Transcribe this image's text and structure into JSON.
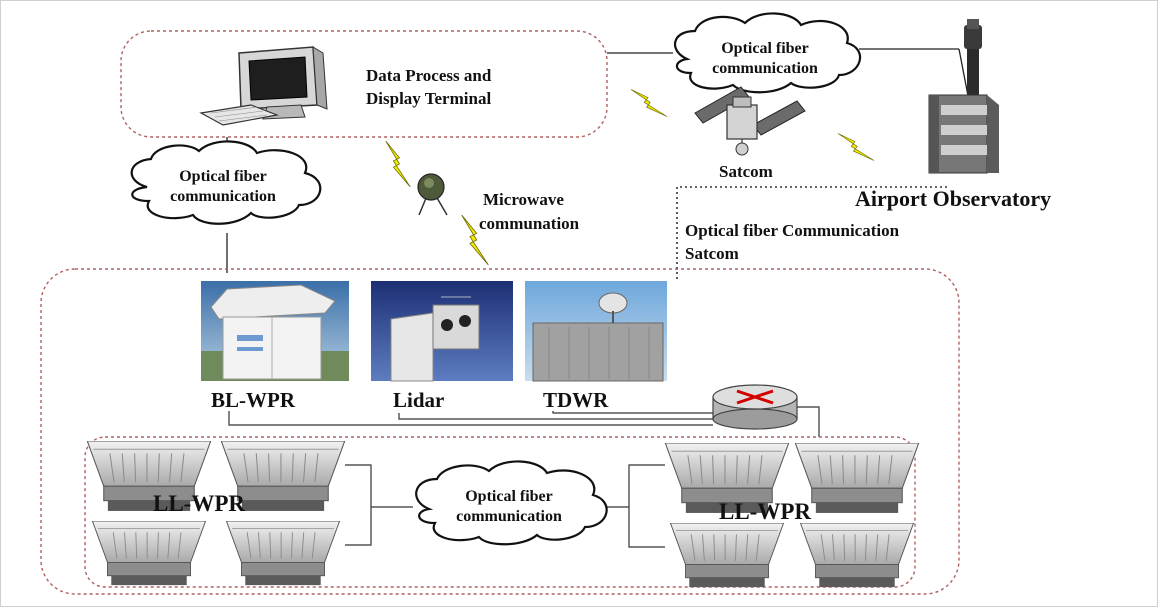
{
  "labels": {
    "terminal_line1": "Data Process and",
    "terminal_line2": "Display Terminal",
    "cloud_top_line1": "Optical fiber",
    "cloud_top_line2": "communication",
    "cloud_left_line1": "Optical fiber",
    "cloud_left_line2": "communication",
    "cloud_bottom_line1": "Optical fiber",
    "cloud_bottom_line2": "communication",
    "microwave_line1": "Microwave",
    "microwave_line2": "communation",
    "satcom": "Satcom",
    "airport": "Airport Observatory",
    "link_line1": "Optical fiber Communication",
    "link_line2": "Satcom",
    "bl_wpr": "BL-WPR",
    "lidar": "Lidar",
    "tdwr": "TDWR",
    "ll_wpr_left": "LL-WPR",
    "ll_wpr_right": "LL-WPR"
  },
  "colors": {
    "dashed_border": "#b06060",
    "lightning": "#e8e000",
    "text": "#111111"
  },
  "icons": {
    "computer": "desktop-computer-icon",
    "satellite": "satellite-icon",
    "antenna": "microwave-antenna-icon",
    "tower": "observatory-tower-icon",
    "router": "router-icon",
    "radar": "wind-profiler-radar-icon"
  }
}
